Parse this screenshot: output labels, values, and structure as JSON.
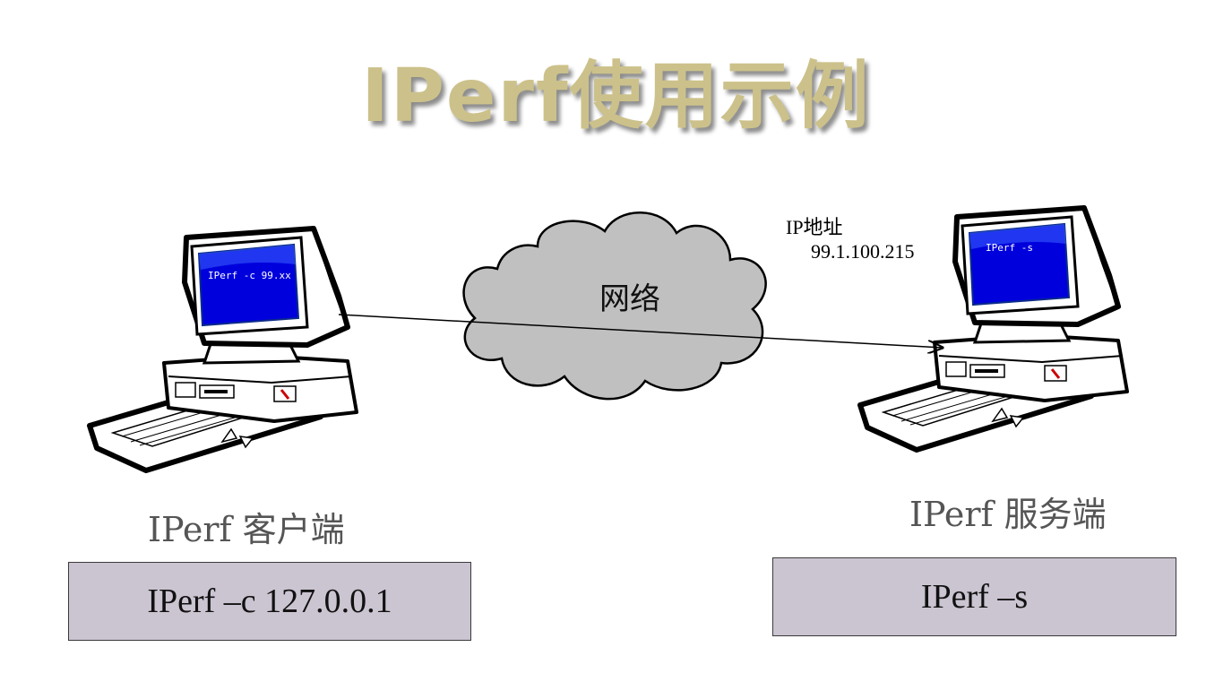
{
  "title": "IPerf使用示例",
  "network": {
    "label": "网络"
  },
  "client": {
    "screen_text": "IPerf -c 99.xx",
    "caption": "IPerf 客户端",
    "command": "IPerf –c 127.0.0.1"
  },
  "server": {
    "screen_text": "IPerf -s",
    "caption": "IPerf 服务端",
    "command": "IPerf –s",
    "ip_label": "IP地址",
    "ip_value": "99.1.100.215"
  },
  "colors": {
    "title": "#ccc18a",
    "screen": "#0000dd",
    "cloud": "#c0c0c0",
    "box": "#cbc4d1"
  }
}
